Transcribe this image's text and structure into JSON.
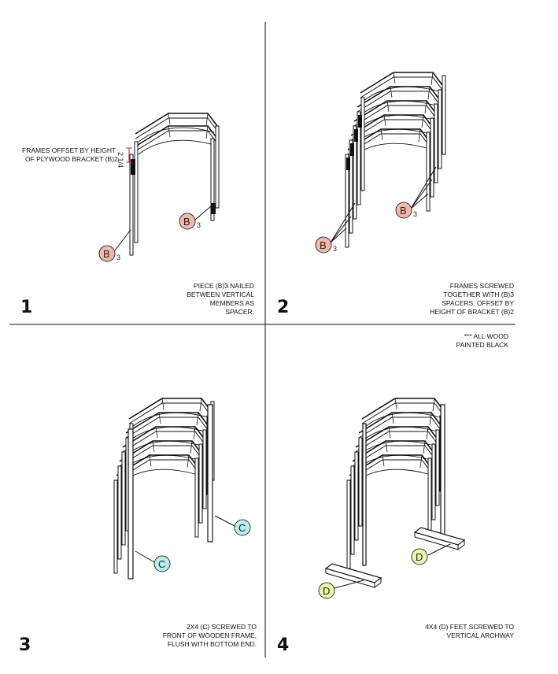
{
  "panel1": {
    "step": "1",
    "offset_note_line1": "FRAMES OFFSET BY HEIGHT",
    "offset_note_line2": "OF PLYWOOD BRACKET (B)2",
    "dimension": "2 1/4",
    "callout_letter": "B",
    "callout_sub": "3",
    "note_lines": [
      "PIECE (B)3 NAILED",
      "BETWEEN VERTICAL",
      "MEMBERS AS",
      "SPACER."
    ]
  },
  "panel2": {
    "step": "2",
    "callout_letter": "B",
    "callout_sub": "3",
    "note_lines": [
      "FRAMES SCREWED",
      "TOGETHER WITH (B)3",
      "SPACERS. OFFSET BY",
      "HEIGHT OF BRACKET (B)2"
    ],
    "general_note_lines": [
      "*** ALL WOOD",
      "PAINTED BLACK"
    ]
  },
  "panel3": {
    "step": "3",
    "callout_letter": "C",
    "note_lines": [
      "2X4 (C) SCREWED TO",
      "FRONT OF WOODEN FRAME,",
      "FLUSH WITH BOTTOM END."
    ]
  },
  "panel4": {
    "step": "4",
    "callout_letter": "D",
    "note_lines": [
      "4X4 (D) FEET SCREWED TO",
      "VERTICAL ARCHWAY"
    ]
  },
  "colors": {
    "callout_b": "#f4b8a6",
    "callout_c": "#b7eef0",
    "callout_d": "#eef5a8",
    "line": "#111111",
    "dimension": "#d22222"
  }
}
